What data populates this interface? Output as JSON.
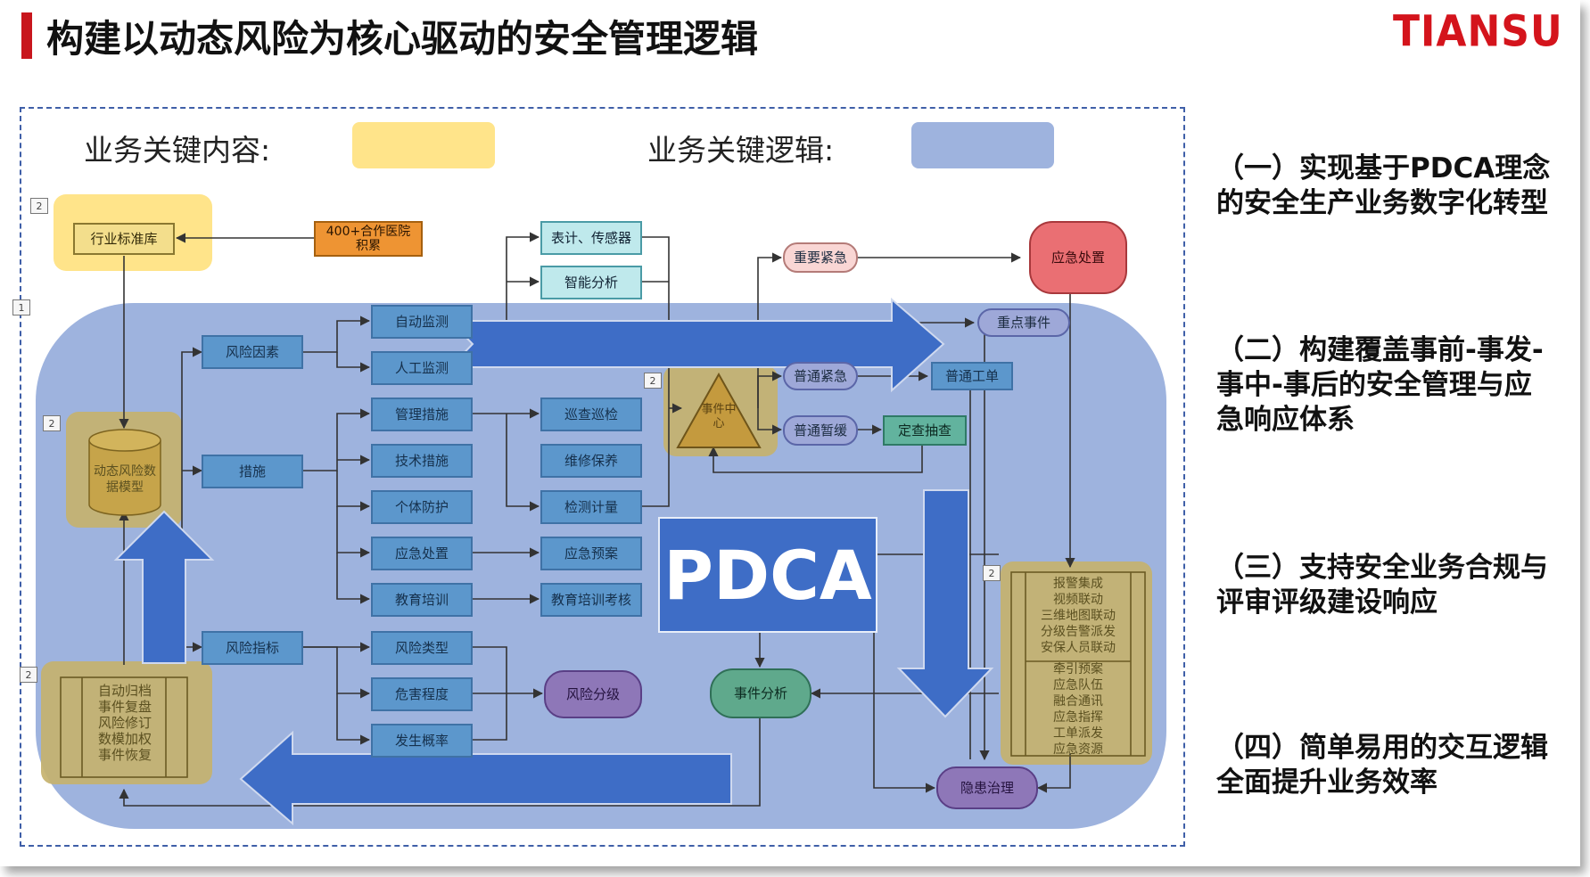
{
  "title": "构建以动态风险为核心驱动的安全管理逻辑",
  "logo": "TIANSU",
  "legend": {
    "content_label": "业务关键内容:",
    "logic_label": "业务关键逻辑:",
    "content_color": "#ffe48a",
    "logic_color": "#9eb3de"
  },
  "markers": [
    "2",
    "1",
    "2",
    "2",
    "2",
    "2"
  ],
  "nodes": {
    "standard_lib": "行业标准库",
    "hospitals": "400+合作医院积累",
    "risk_factor": "风险因素",
    "measures": "措施",
    "risk_indicator": "风险指标",
    "dynamic_model": "动态风险数据模型",
    "auto_monitor": "自动监测",
    "manual_monitor": "人工监测",
    "mgmt_measures": "管理措施",
    "tech_measures": "技术措施",
    "personal_protect": "个体防护",
    "emergency_handle": "应急处置",
    "education": "教育培训",
    "risk_type": "风险类型",
    "hazard_degree": "危害程度",
    "probability": "发生概率",
    "meters": "表计、传感器",
    "smart_analysis": "智能分析",
    "patrol": "巡查巡检",
    "maintenance": "维修保养",
    "metering": "检测计量",
    "emergency_plan": "应急预案",
    "edu_exam": "教育培训考核",
    "risk_grading": "风险分级",
    "event_center": "事件中心",
    "important_urgent": "重要紧急",
    "normal_urgent": "普通紧急",
    "normal_slow": "普通暂缓",
    "emergency_response": "应急处置",
    "key_event": "重点事件",
    "normal_ticket": "普通工单",
    "scheduled_check": "定查抽查",
    "event_analysis": "事件分析",
    "hazard_governance": "隐患治理",
    "pdca": "PDCA"
  },
  "archive_list": [
    "自动归档",
    "事件复盘",
    "风险修订",
    "数模加权",
    "事件恢复"
  ],
  "response_list_top": [
    "报警集成",
    "视频联动",
    "三维地图联动",
    "分级告警派发",
    "安保人员联动"
  ],
  "response_list_bottom": [
    "牵引预案",
    "应急队伍",
    "融合通讯",
    "应急指挥",
    "工单派发",
    "应急资源"
  ],
  "right_panel": [
    "（一）实现基于PDCA理念的安全生产业务数字化转型",
    "（二）构建覆盖事前-事发-事中-事后的安全管理与应急响应体系",
    "（三）支持安全业务合规与评审评级建设响应",
    "（四）简单易用的交互逻辑全面提升业务效率"
  ]
}
